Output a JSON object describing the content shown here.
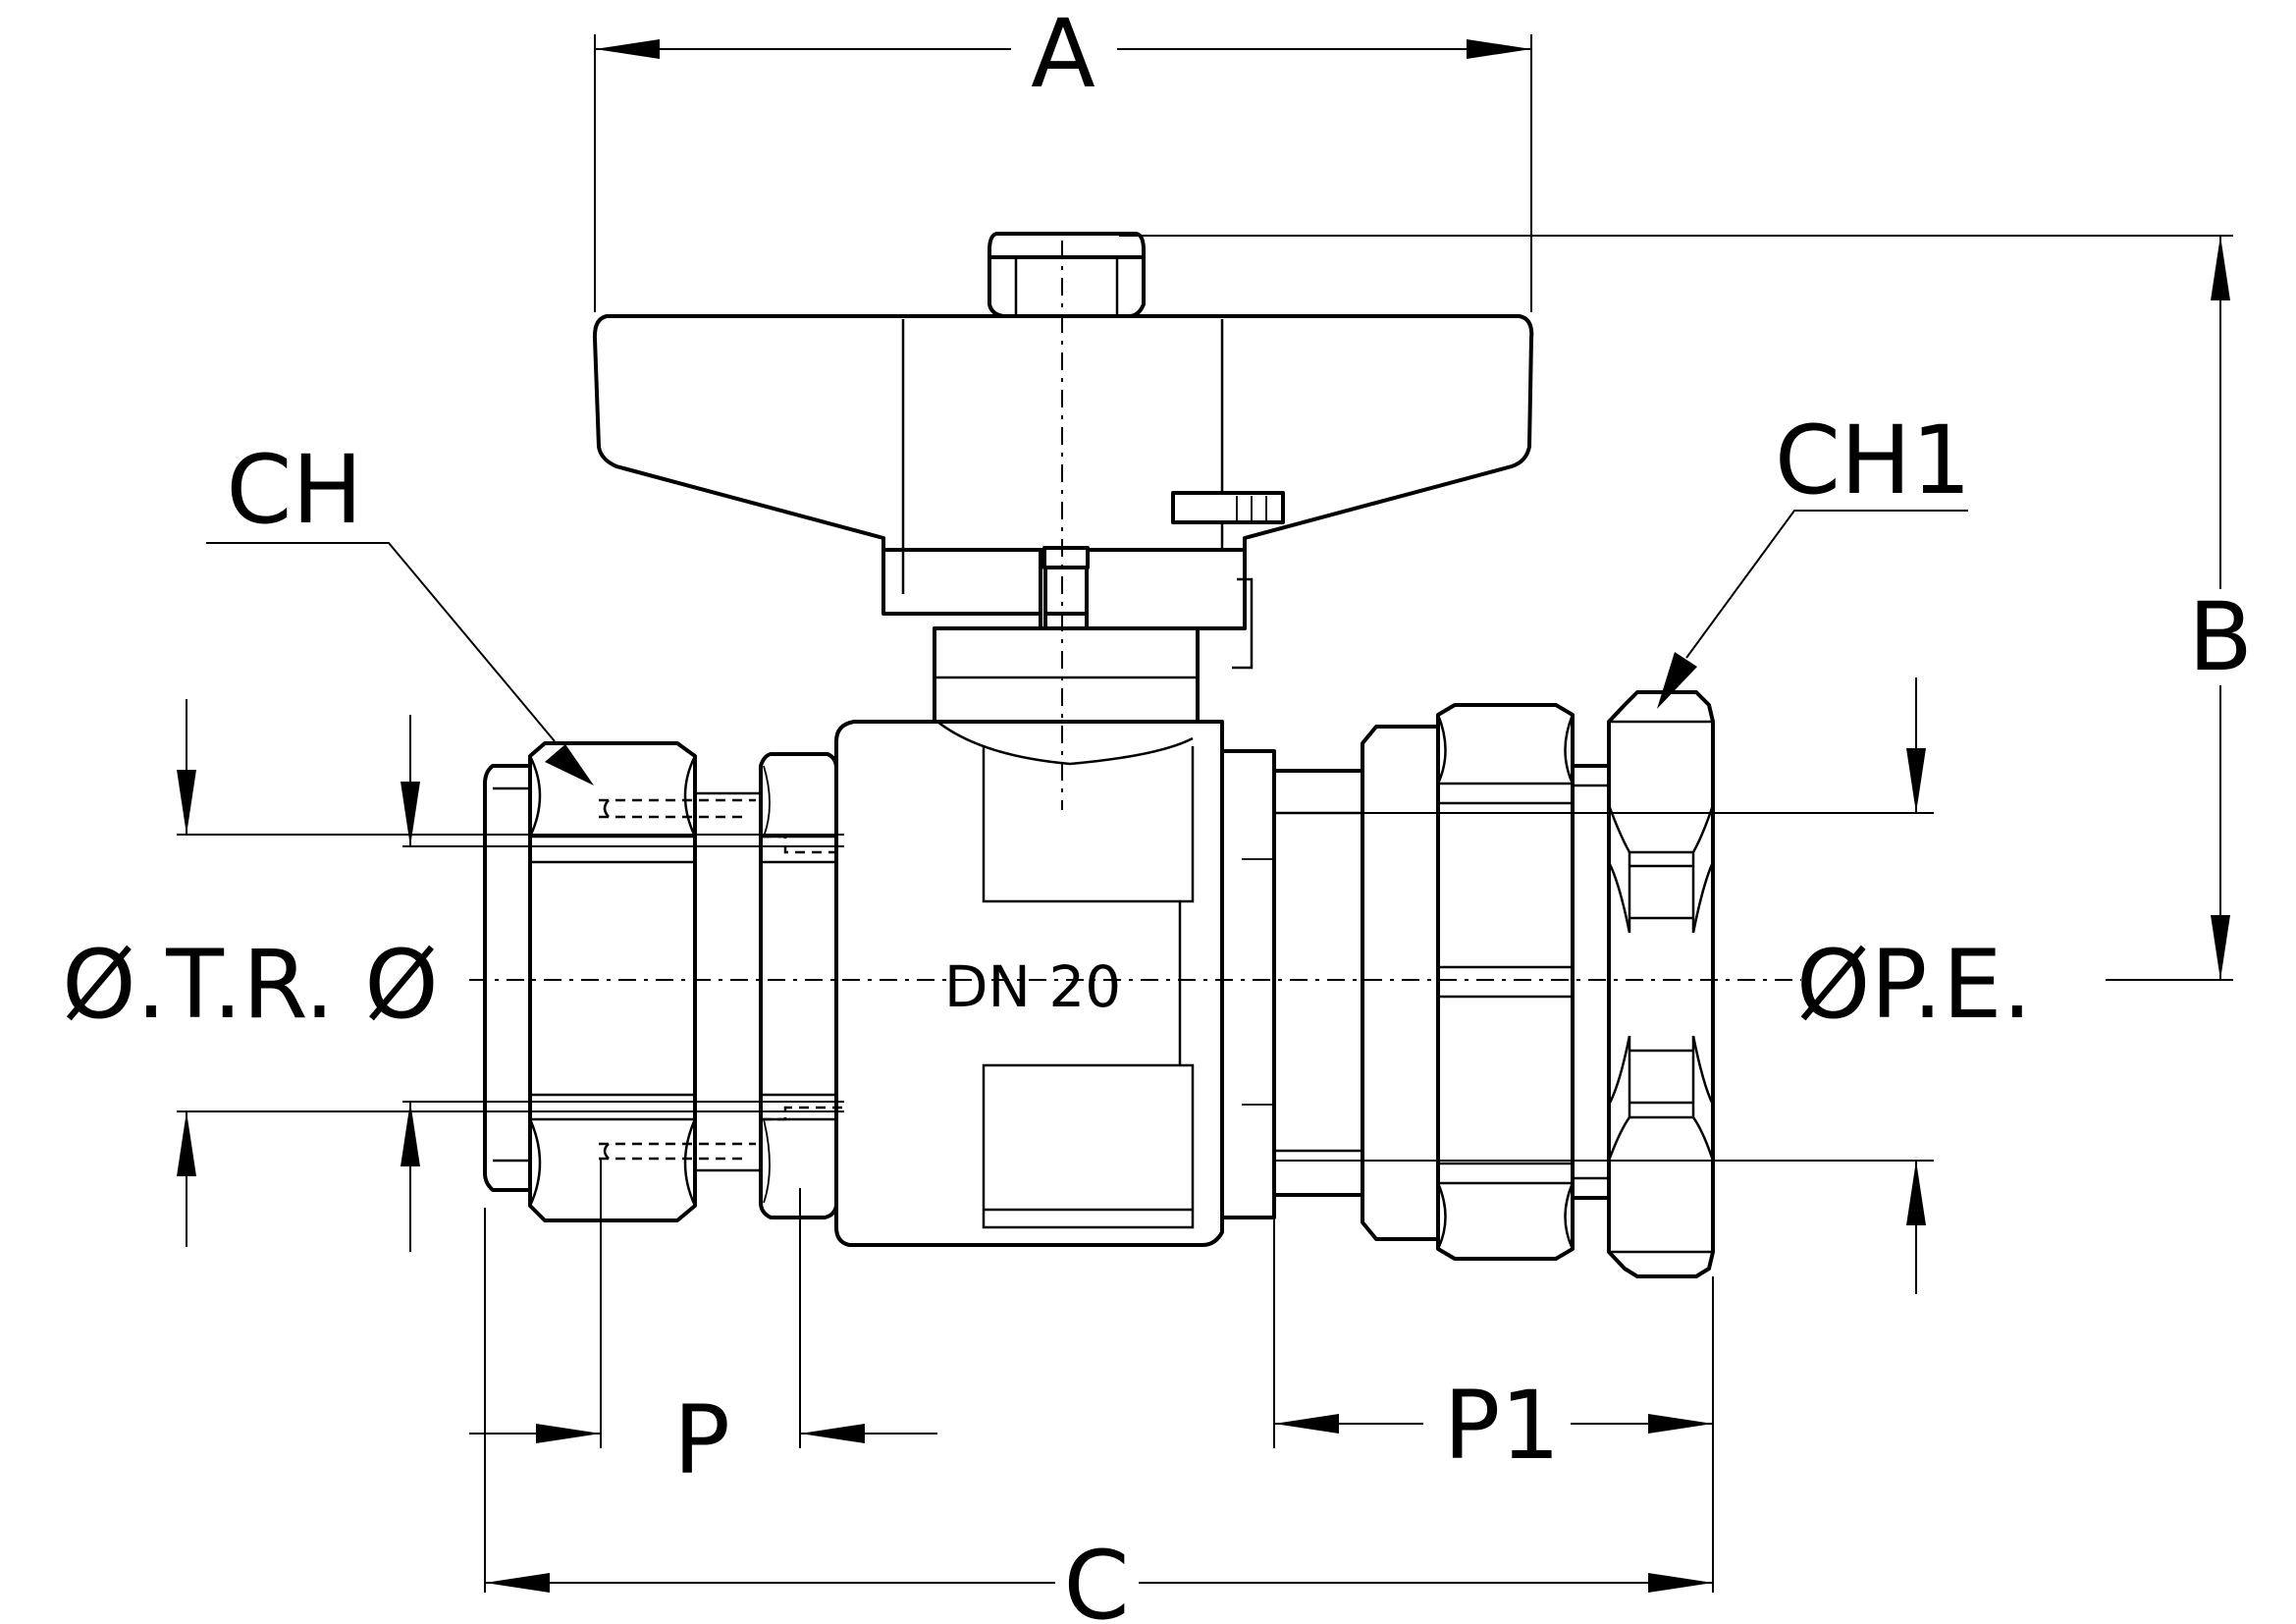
{
  "labels": {
    "A": "A",
    "B": "B",
    "C": "C",
    "P": "P",
    "P1": "P1",
    "CH": "CH",
    "CH1": "CH1",
    "otr": "Ø.T.R. Ø",
    "pe": "ØP.E.",
    "dn": "DN  20"
  }
}
